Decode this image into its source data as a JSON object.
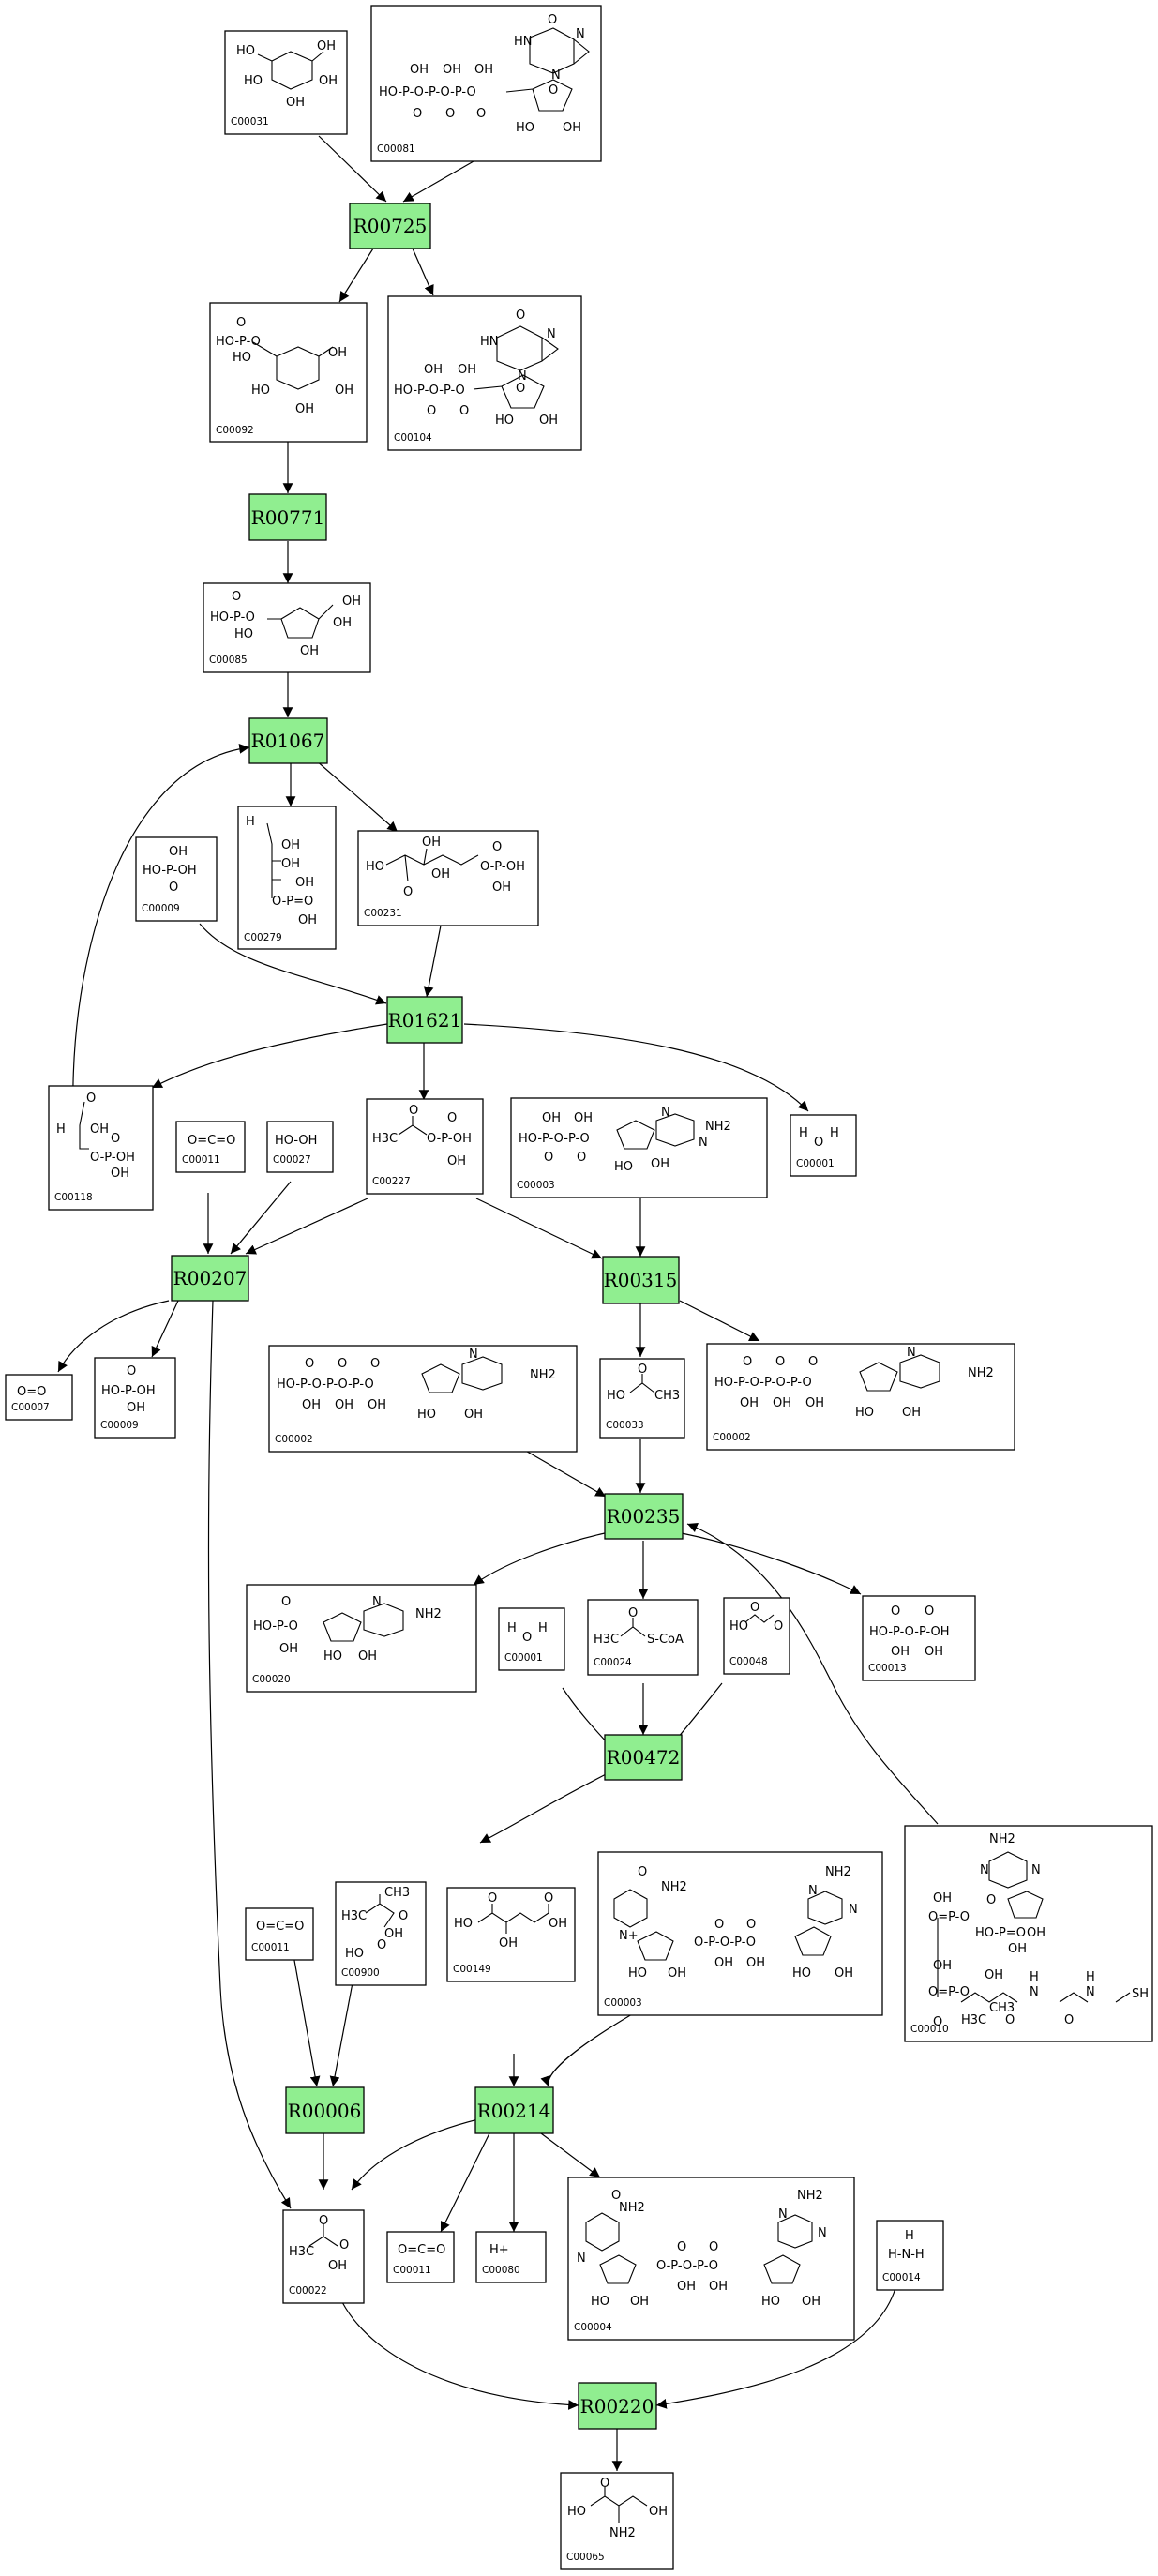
{
  "reactions": {
    "R00725": "R00725",
    "R00771": "R00771",
    "R01067": "R01067",
    "R01621": "R01621",
    "R00207": "R00207",
    "R00315": "R00315",
    "R00235": "R00235",
    "R00472": "R00472",
    "R00006": "R00006",
    "R00214": "R00214",
    "R00220": "R00220"
  },
  "compounds": {
    "c00031": {
      "id": "C00031",
      "text": [
        "HO",
        "OH",
        "HO",
        "OH",
        "OH"
      ]
    },
    "c00081": {
      "id": "C00081",
      "text": [
        "O",
        "HN",
        "N",
        "N",
        "OH",
        "OH",
        "OH",
        "HO-P-O-P-O-P-O",
        "O",
        "O",
        "O",
        "O",
        "HO",
        "OH"
      ]
    },
    "c00092": {
      "id": "C00092",
      "text": [
        "O",
        "HO-P-O",
        "HO",
        "OH",
        "HO",
        "OH",
        "OH"
      ]
    },
    "c00104": {
      "id": "C00104",
      "text": [
        "O",
        "HN",
        "N",
        "N",
        "OH",
        "OH",
        "HO-P-O-P-O",
        "O",
        "O",
        "O",
        "HO",
        "OH"
      ]
    },
    "c00085": {
      "id": "C00085",
      "text": [
        "O",
        "HO-P-O",
        "OH",
        "OH",
        "OH",
        "HO"
      ]
    },
    "c00279": {
      "id": "C00279",
      "text": [
        "H",
        "OH",
        "OH",
        "OH",
        "O-P=O",
        "OH"
      ]
    },
    "c00009a": {
      "id": "C00009",
      "text": [
        "OH",
        "HO-P-OH",
        "O"
      ]
    },
    "c00231": {
      "id": "C00231",
      "text": [
        "OH",
        "HO",
        "O",
        "OH",
        "O-P-OH",
        "O",
        "OH"
      ]
    },
    "c00118": {
      "id": "C00118",
      "text": [
        "O",
        "H",
        "OH",
        "O-P-OH",
        "O",
        "OH"
      ]
    },
    "c00011a": {
      "id": "C00011",
      "text": [
        "O=C=O"
      ]
    },
    "c00027": {
      "id": "C00027",
      "text": [
        "HO-OH"
      ]
    },
    "c00227": {
      "id": "C00227",
      "text": [
        "O",
        "H3C",
        "O-P-OH",
        "O",
        "OH"
      ]
    },
    "c00003a": {
      "id": "C00003",
      "text": [
        "OH",
        "OH",
        "HO-P-O-P-O",
        "O",
        "O",
        "N",
        "N",
        "NH2",
        "HO",
        "OH"
      ]
    },
    "c00001a": {
      "id": "C00001",
      "text": [
        "H",
        "O",
        "H"
      ]
    },
    "c00007": {
      "id": "C00007",
      "text": [
        "O=O"
      ]
    },
    "c00009b": {
      "id": "C00009",
      "text": [
        "O",
        "HO-P-OH",
        "OH"
      ]
    },
    "c00002a": {
      "id": "C00002",
      "text": [
        "O",
        "O",
        "O",
        "HO-P-O-P-O-P-O",
        "OH",
        "OH",
        "OH",
        "N",
        "NH2",
        "HO",
        "OH"
      ]
    },
    "c00033": {
      "id": "C00033",
      "text": [
        "O",
        "HO",
        "CH3"
      ]
    },
    "c00002b": {
      "id": "C00002",
      "text": [
        "O",
        "O",
        "O",
        "HO-P-O-P-O-P-O",
        "OH",
        "OH",
        "OH",
        "N",
        "NH2",
        "HO",
        "OH"
      ]
    },
    "c00020": {
      "id": "C00020",
      "text": [
        "O",
        "HO-P-O",
        "OH",
        "N",
        "NH2",
        "HO",
        "OH"
      ]
    },
    "c00001b": {
      "id": "C00001",
      "text": [
        "H",
        "O",
        "H"
      ]
    },
    "c00024": {
      "id": "C00024",
      "text": [
        "O",
        "H3C",
        "S-CoA"
      ]
    },
    "c00048": {
      "id": "C00048",
      "text": [
        "O",
        "HO",
        "O"
      ]
    },
    "c00013": {
      "id": "C00013",
      "text": [
        "O",
        "O",
        "HO-P-O-P-OH",
        "OH",
        "OH"
      ]
    },
    "c00011b": {
      "id": "C00011",
      "text": [
        "O=C=O"
      ]
    },
    "c00900": {
      "id": "C00900",
      "text": [
        "CH3",
        "H3C",
        "O",
        "OH",
        "HO",
        "O"
      ]
    },
    "c00149": {
      "id": "C00149",
      "text": [
        "O",
        "HO",
        "OH",
        "OH",
        "O"
      ]
    },
    "c00003b": {
      "id": "C00003",
      "text": [
        "O",
        "NH2",
        "NH2",
        "N",
        "N",
        "N+",
        "O-P-O-P-O",
        "OH",
        "OH",
        "O",
        "O",
        "HO",
        "OH",
        "HO",
        "OH"
      ]
    },
    "c00010": {
      "id": "C00010",
      "text": [
        "NH2",
        "N",
        "N",
        "OH",
        "O=P-O",
        "O",
        "HO-P=O",
        "OH",
        "OH",
        "O=P-O",
        "H3C",
        "OH",
        "O",
        "H",
        "N",
        "H",
        "N",
        "SH",
        "OH",
        "CH3",
        "O",
        "O"
      ]
    },
    "c00022": {
      "id": "C00022",
      "text": [
        "O",
        "H3C",
        "O",
        "OH"
      ]
    },
    "c00011c": {
      "id": "C00011",
      "text": [
        "O=C=O"
      ]
    },
    "c00080": {
      "id": "C00080",
      "text": [
        "H+"
      ]
    },
    "c00004": {
      "id": "C00004",
      "text": [
        "NH2",
        "O",
        "NH2",
        "N",
        "N",
        "N",
        "O-P-O-P-O",
        "OH",
        "OH",
        "O",
        "O",
        "HO",
        "OH",
        "HO",
        "OH"
      ]
    },
    "c00014": {
      "id": "C00014",
      "text": [
        "H",
        "H-N-H"
      ]
    },
    "c00065": {
      "id": "C00065",
      "text": [
        "O",
        "HO",
        "OH",
        "NH2"
      ]
    }
  },
  "colors": {
    "reaction_fill": "#90ee90",
    "stroke": "#000000",
    "background": "#ffffff"
  }
}
